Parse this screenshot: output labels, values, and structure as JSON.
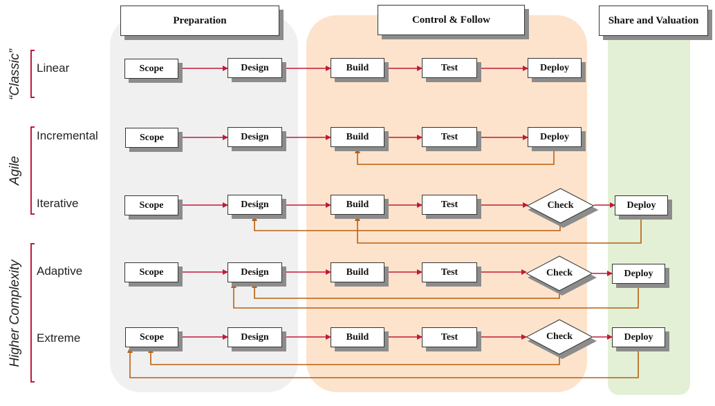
{
  "phases": [
    {
      "label": "Preparation",
      "bg": "#f0f0f0"
    },
    {
      "label": "Control & Follow",
      "bg": "#fde3cc"
    },
    {
      "label": "Share and Valuation",
      "bg": "#e3f0d6"
    }
  ],
  "groups": {
    "classic": "“Classic”",
    "agile": "Agile",
    "higher": "Higher Complexity"
  },
  "rows": {
    "linear": {
      "label": "Linear",
      "steps": [
        "Scope",
        "Design",
        "Build",
        "Test",
        "Deploy"
      ]
    },
    "incremental": {
      "label": "Incremental",
      "steps": [
        "Scope",
        "Design",
        "Build",
        "Test",
        "Deploy"
      ]
    },
    "iterative": {
      "label": "Iterative",
      "steps": [
        "Scope",
        "Design",
        "Build",
        "Test",
        "Check",
        "Deploy"
      ]
    },
    "adaptive": {
      "label": "Adaptive",
      "steps": [
        "Scope",
        "Design",
        "Build",
        "Test",
        "Check",
        "Deploy"
      ]
    },
    "extreme": {
      "label": "Extreme",
      "steps": [
        "Scope",
        "Design",
        "Build",
        "Test",
        "Check",
        "Deploy"
      ]
    }
  },
  "colors": {
    "forward_arrow": "#c0193a",
    "feedback_arrow": "#b8600d",
    "bracket": "#c0193a"
  }
}
